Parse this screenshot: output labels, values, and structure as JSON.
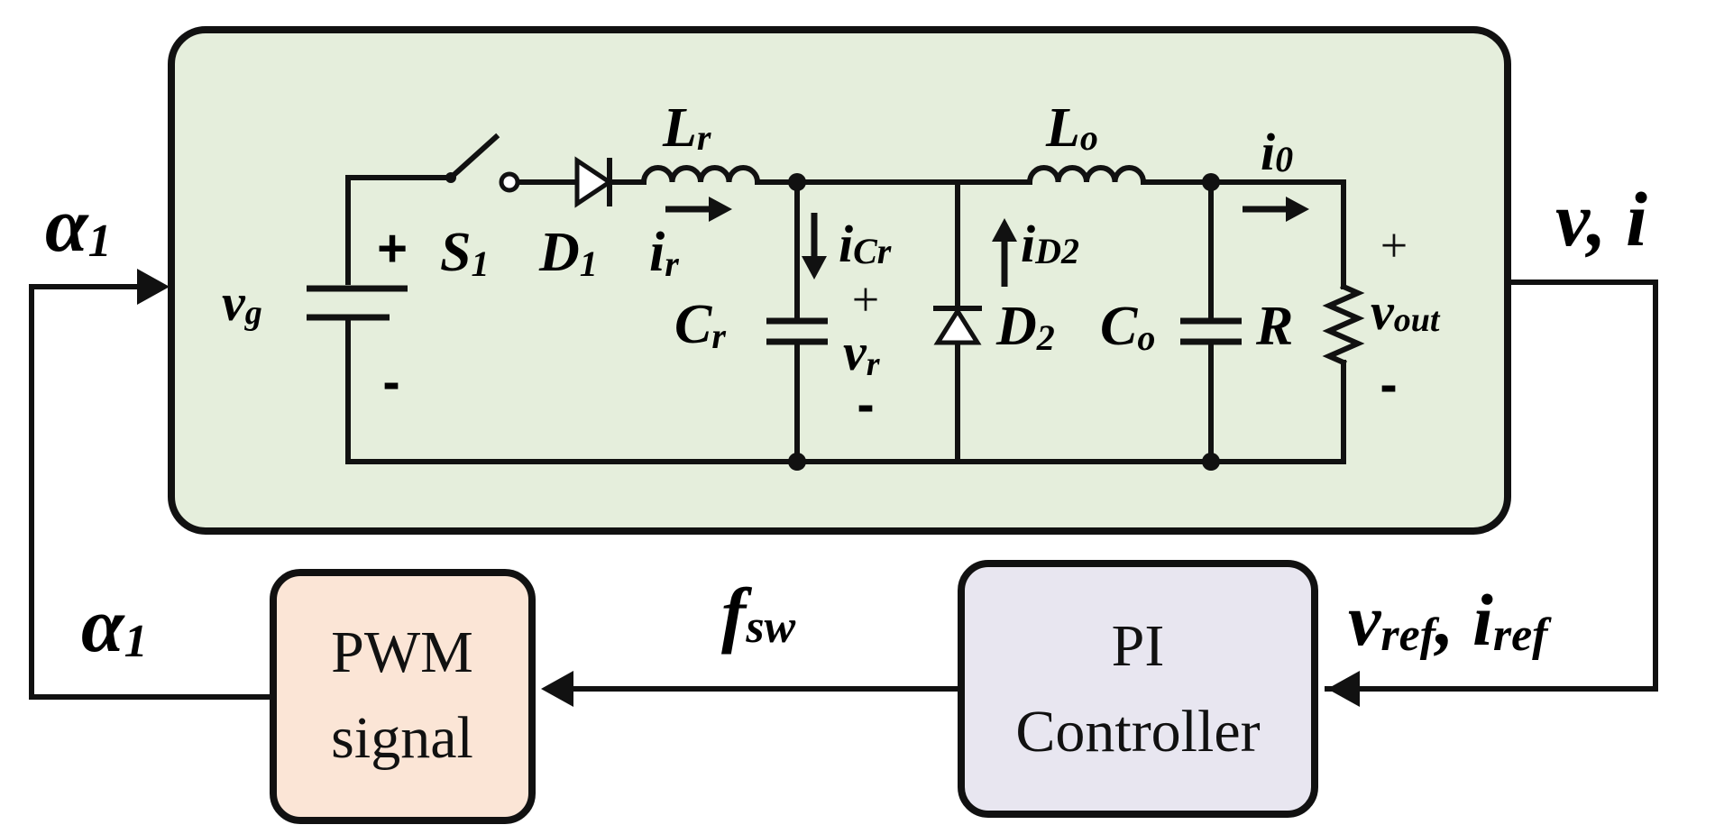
{
  "colors": {
    "converter_fill": "#e5eedc",
    "pwm_fill": "#fbe5d6",
    "pi_fill": "#e8e6f0",
    "stroke": "#111111"
  },
  "converter": {
    "source": {
      "sym": "v",
      "sub": "g",
      "plus": "+",
      "minus": "-"
    },
    "switch": {
      "sym": "S",
      "sub": "1"
    },
    "diode1": {
      "sym": "D",
      "sub": "1"
    },
    "inductor_r": {
      "sym": "L",
      "sub": "r"
    },
    "current_r": {
      "sym": "i",
      "sub": "r"
    },
    "cap_r": {
      "sym": "C",
      "sub": "r"
    },
    "current_cr": {
      "sym": "i",
      "sub": "Cr"
    },
    "voltage_r": {
      "sym": "v",
      "sub": "r",
      "plus": "+",
      "minus": "-"
    },
    "current_d2": {
      "sym": "i",
      "sub": "D2"
    },
    "diode2": {
      "sym": "D",
      "sub": "2"
    },
    "inductor_o": {
      "sym": "L",
      "sub": "o"
    },
    "cap_o": {
      "sym": "C",
      "sub": "o"
    },
    "current_o": {
      "sym": "i",
      "sub": "0"
    },
    "resistor": {
      "sym": "R"
    },
    "voltage_out": {
      "sym": "v",
      "sub": "out",
      "plus": "+",
      "minus": "-"
    }
  },
  "signals": {
    "alpha_in": {
      "sym": "α",
      "sub": "1"
    },
    "alpha_out": {
      "sym": "α",
      "sub": "1"
    },
    "feedback": {
      "text": "v, i"
    },
    "reference": {
      "v_sym": "v",
      "v_sub": "ref",
      "sep": ",",
      "i_sym": "i",
      "i_sub": "ref"
    },
    "fsw": {
      "sym": "f",
      "sub": "sw"
    }
  },
  "blocks": {
    "pwm": {
      "line1": "PWM",
      "line2": "signal"
    },
    "pi": {
      "line1": "PI",
      "line2": "Controller"
    }
  }
}
